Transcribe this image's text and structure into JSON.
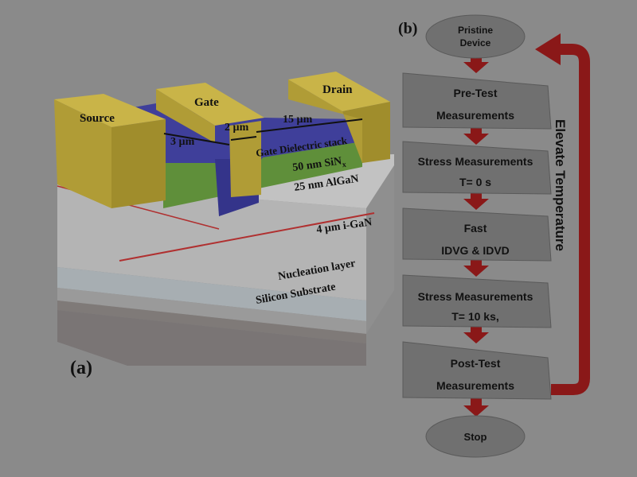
{
  "panel_a": {
    "label": "(a)",
    "source": "Source",
    "gate": "Gate",
    "drain": "Drain",
    "dim_3um": "3 µm",
    "dim_2um": "2 µm",
    "dim_15um": "15 µm",
    "gate_dielectric": "Gate Dielectric stack",
    "sin_prefix": "50 nm SiN",
    "sin_sub": "x",
    "algan": "25 nm AlGaN",
    "gan": "4 µm i-GaN",
    "nucleation": "Nucleation layer",
    "substrate": "Silicon Substrate"
  },
  "panel_b": {
    "label": "(b)",
    "start_line1": "Pristine",
    "start_line2": "Device",
    "steps": [
      {
        "line1": "Pre-Test",
        "line2": "Measurements"
      },
      {
        "line1": "Stress Measurements",
        "line2": "T= 0 s"
      },
      {
        "line1": "Fast",
        "line2": "IDVG & IDVD"
      },
      {
        "line1": "Stress Measurements",
        "line2": "T= 10 ks,"
      },
      {
        "line1": "Post-Test",
        "line2": "Measurements"
      }
    ],
    "end": "Stop",
    "loop_label": "Elevate Temperature"
  },
  "colors": {
    "background": "#8a8a8a",
    "metal": "#b9a43c",
    "dielectric": "#3f3f9a",
    "sin": "#5f8f3a",
    "arrow": "#8a1818",
    "box": "#707070"
  }
}
